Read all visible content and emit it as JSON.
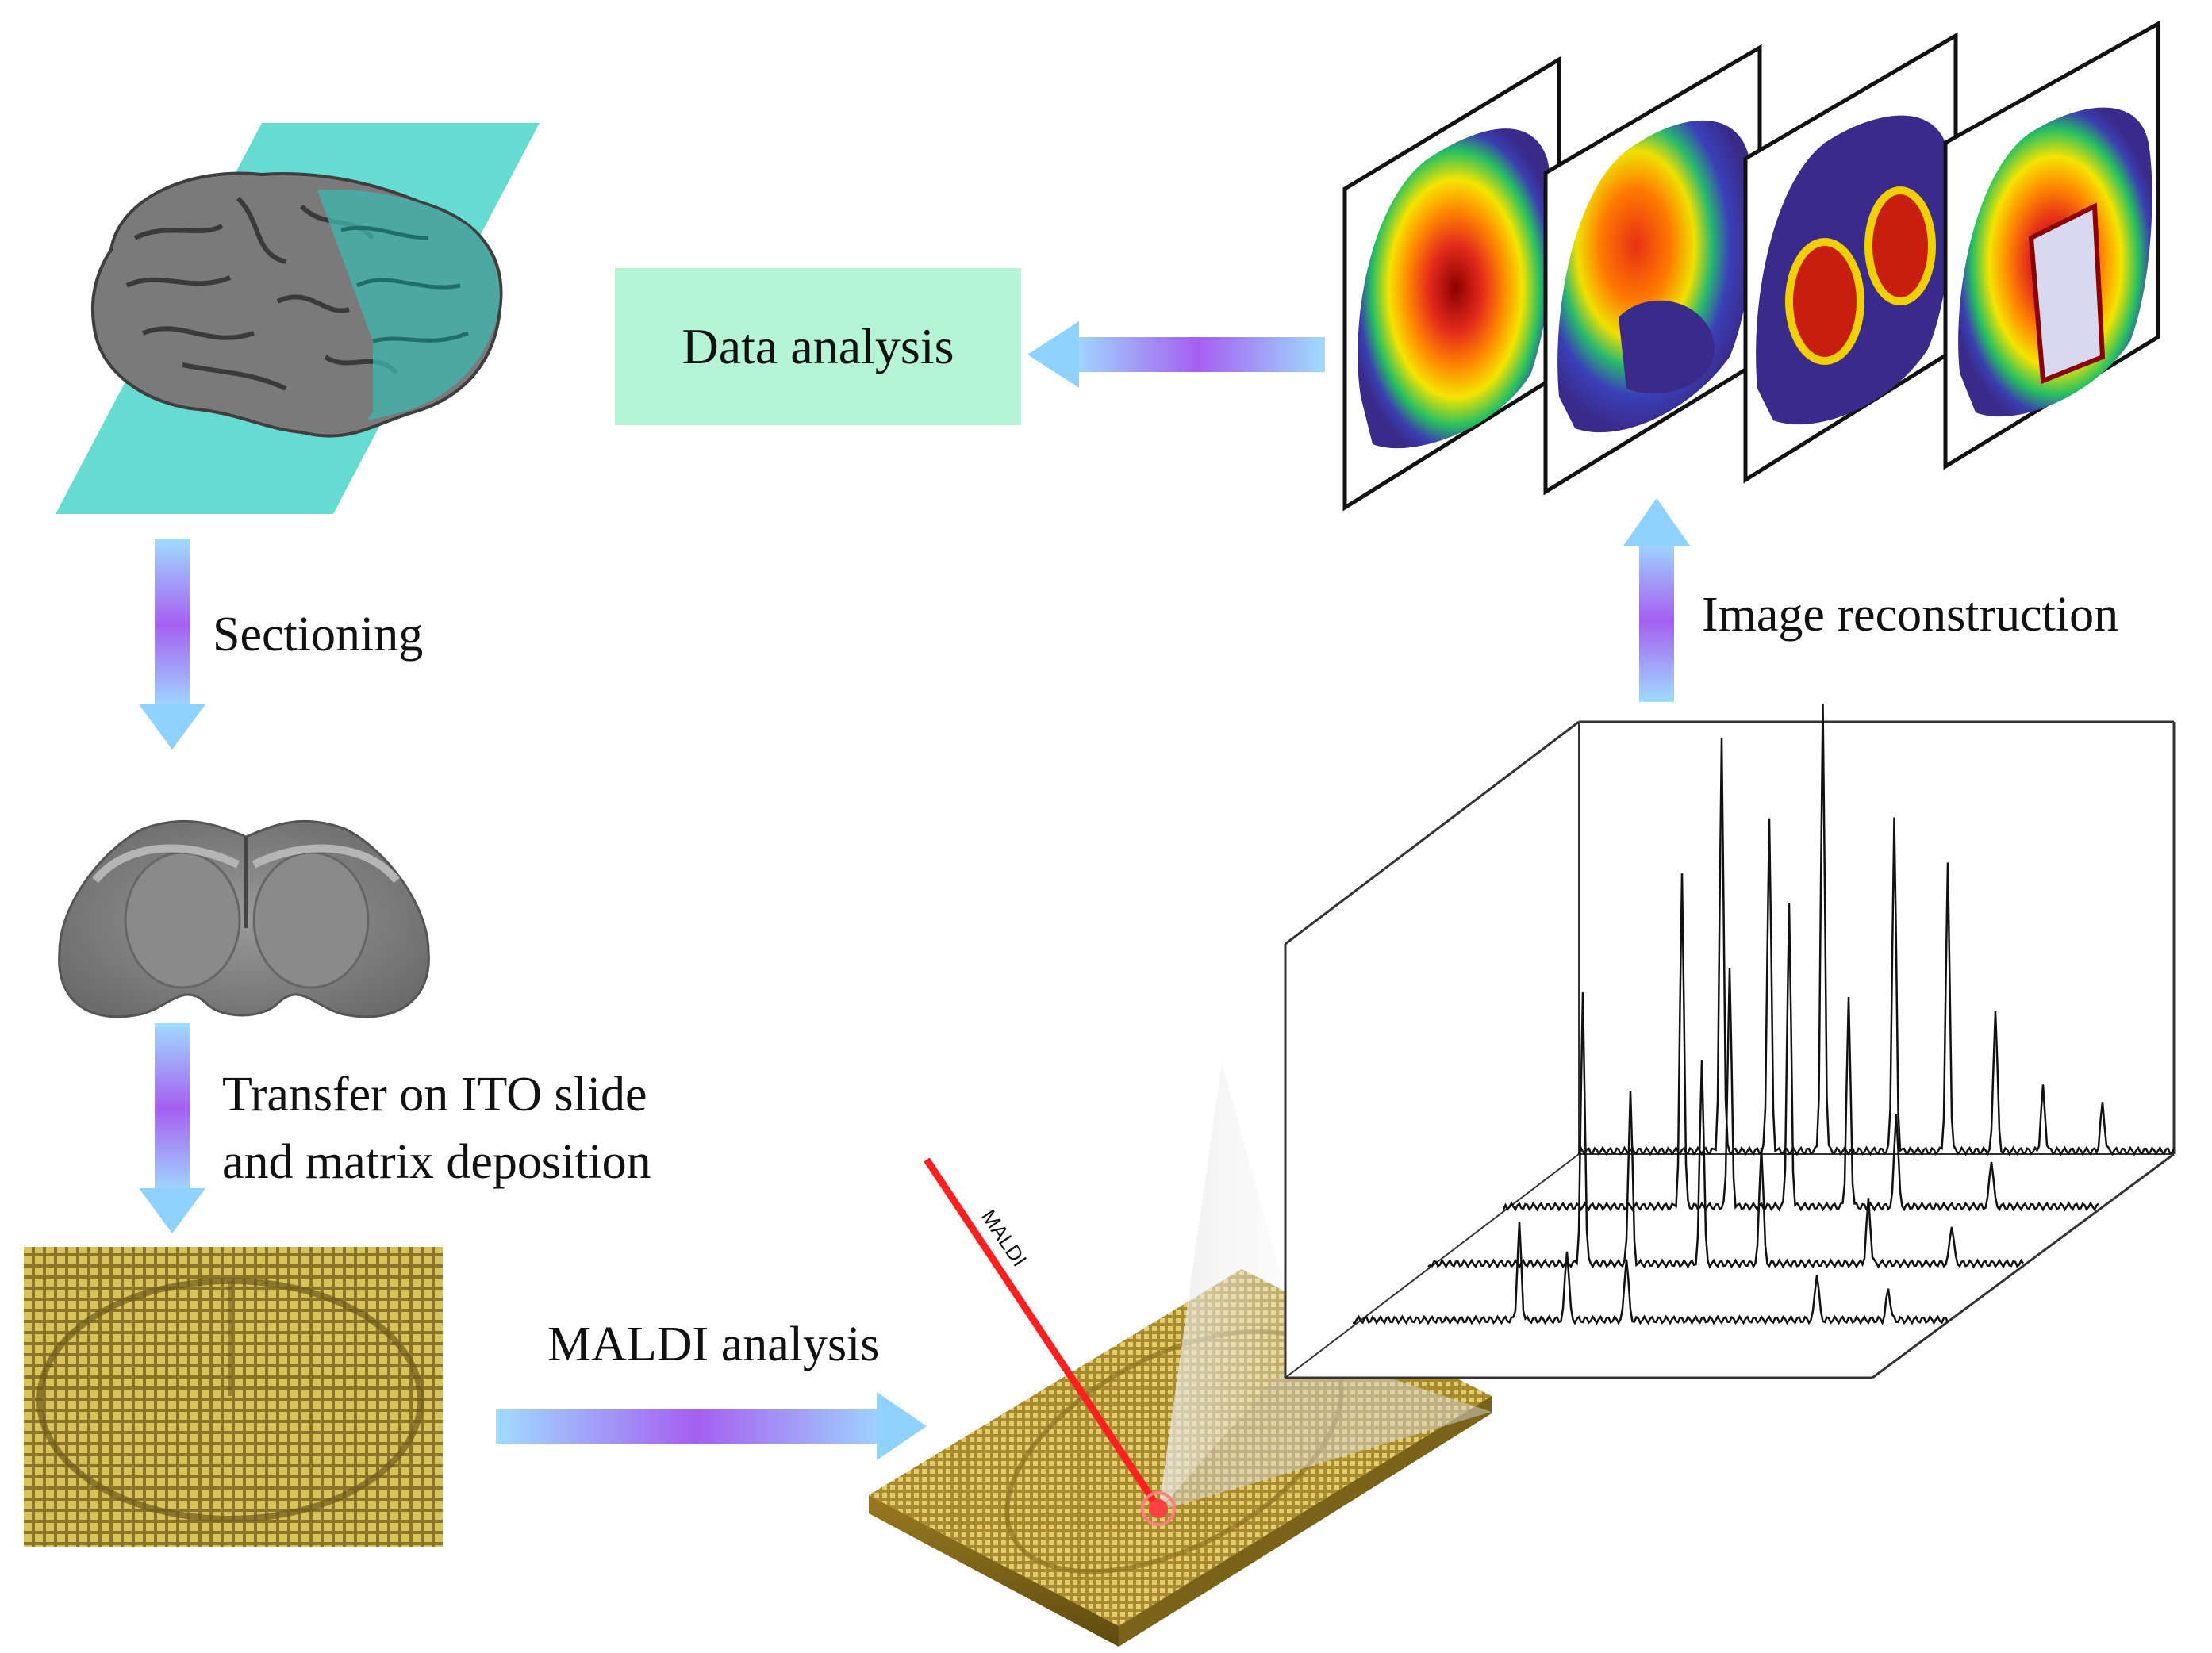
{
  "steps": {
    "data_analysis": "Data analysis",
    "sectioning": "Sectioning",
    "transfer_line1": "Transfer on ITO slide",
    "transfer_line2": "and matrix deposition",
    "maldi_analysis": "MALDI analysis",
    "image_reconstruction": "Image  reconstruction",
    "maldi_laser_label": "MALDI"
  },
  "colors": {
    "plane": "#5ed9cf",
    "data_box": "#b5f5d6",
    "arrow_blue": "#7fc8ff",
    "arrow_purple": "#b06ef0",
    "laser": "#ff2020",
    "gold": "#c9a640"
  },
  "icons": {
    "brain": "brain-3d-icon",
    "section": "coronal-section-icon",
    "slide": "ito-slide-icon",
    "maldi_plate": "maldi-plate-icon",
    "spectra": "mass-spectra-cube-icon",
    "ion_images": "ion-image-stack-icon"
  }
}
